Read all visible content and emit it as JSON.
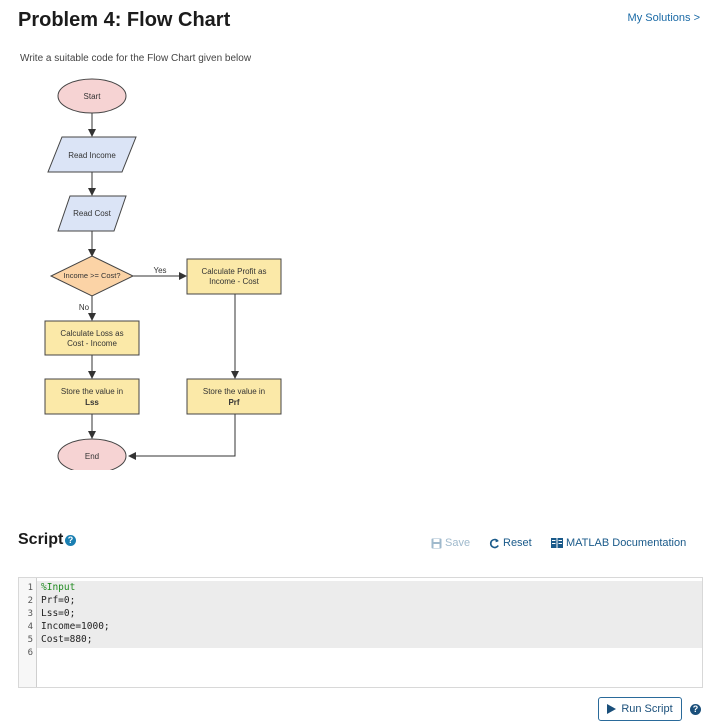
{
  "header": {
    "title": "Problem 4: Flow Chart",
    "my_solutions": "My Solutions >"
  },
  "instructions": "Write a suitable code for the Flow Chart given below",
  "flowchart": {
    "start": "Start",
    "read_income": "Read Income",
    "read_cost": "Read Cost",
    "decision": "Income >= Cost?",
    "yes_label": "Yes",
    "no_label": "No",
    "calc_profit_line1": "Calculate Profit as",
    "calc_profit_line2": "Income - Cost",
    "calc_loss_line1": "Calculate Loss as",
    "calc_loss_line2": "Cost - Income",
    "store_loss_line1": "Store the value in",
    "store_loss_line2": "Lss",
    "store_profit_line1": "Store the value in",
    "store_profit_line2": "Prf",
    "end": "End",
    "colors": {
      "terminal": "#f6d3d3",
      "io": "#dbe4f6",
      "decision": "#fbd3a6",
      "process": "#fbe9a8"
    }
  },
  "script": {
    "heading": "Script",
    "save_label": "Save",
    "reset_label": "Reset",
    "docs_label": "MATLAB Documentation",
    "run_label": "Run Script",
    "lines": [
      "1",
      "2",
      "3",
      "4",
      "5",
      "6"
    ],
    "code": [
      "%Input",
      "Prf=0;",
      "Lss=0;",
      "Income=1000;",
      "Cost=880;",
      ""
    ]
  },
  "icons": {
    "help": "?",
    "save": "floppy-disk-icon",
    "reset": "refresh-icon",
    "docs": "book-icon",
    "run": "play-icon"
  }
}
